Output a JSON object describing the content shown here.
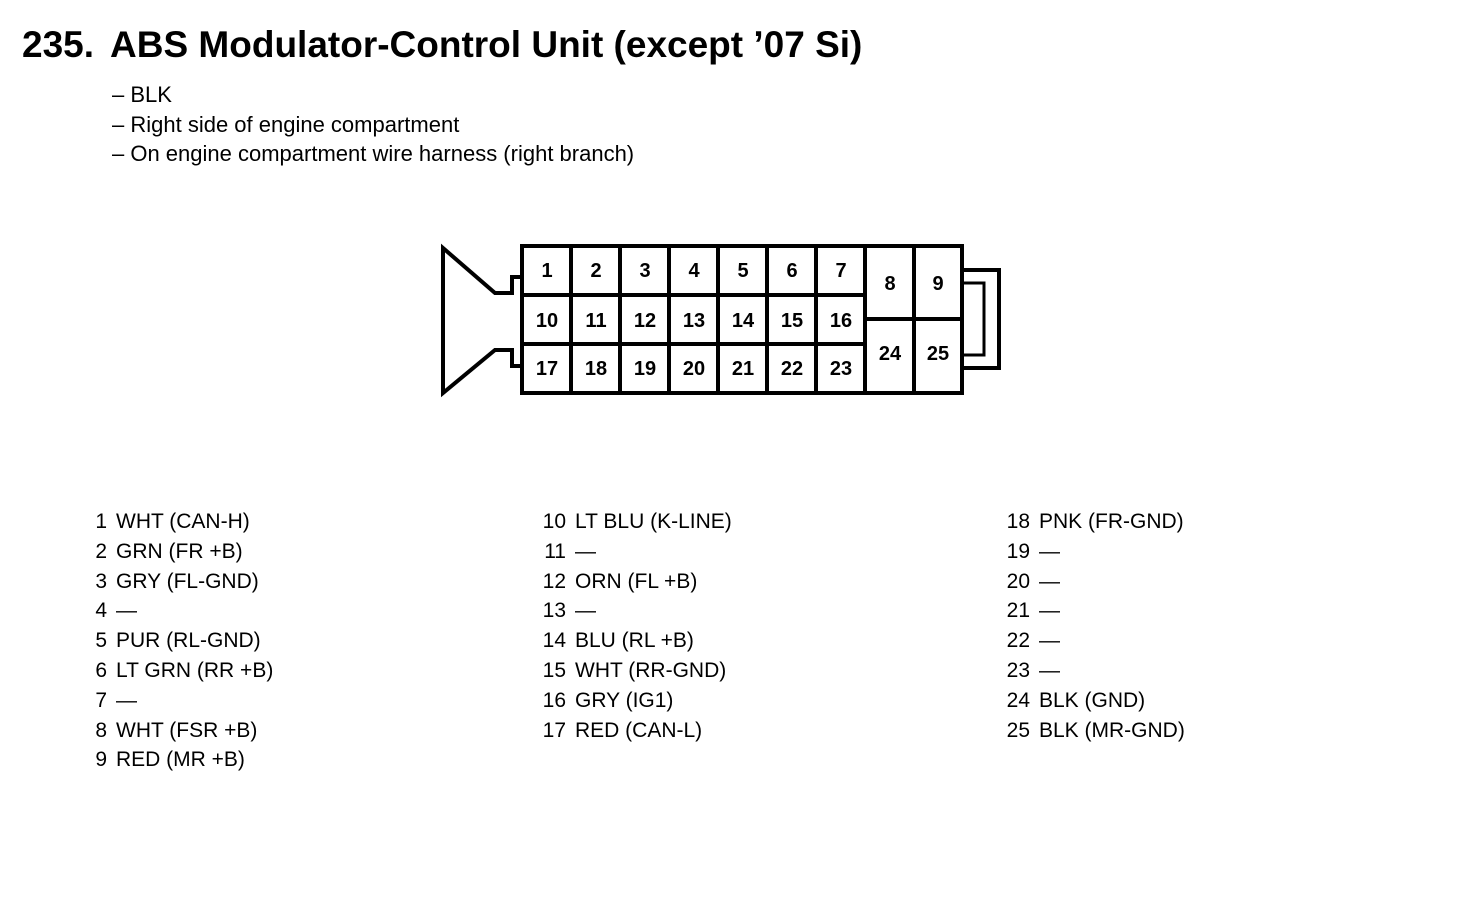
{
  "title": {
    "number": "235.",
    "text": "ABS Modulator-Control Unit (except ’07 Si)"
  },
  "details": [
    "– BLK",
    "– Right side of engine compartment",
    "– On engine compartment wire harness (right branch)"
  ],
  "connector": {
    "cells": [
      "1",
      "2",
      "3",
      "4",
      "5",
      "6",
      "7",
      "8",
      "9",
      "10",
      "11",
      "12",
      "13",
      "14",
      "15",
      "16",
      "24",
      "25",
      "17",
      "18",
      "19",
      "20",
      "21",
      "22",
      "23"
    ]
  },
  "pins": {
    "col1": [
      {
        "pin": "1",
        "desc": "WHT (CAN-H)"
      },
      {
        "pin": "2",
        "desc": "GRN (FR +B)"
      },
      {
        "pin": "3",
        "desc": "GRY (FL-GND)"
      },
      {
        "pin": "4",
        "desc": "—"
      },
      {
        "pin": "5",
        "desc": "PUR (RL-GND)"
      },
      {
        "pin": "6",
        "desc": "LT GRN (RR +B)"
      },
      {
        "pin": "7",
        "desc": "—"
      },
      {
        "pin": "8",
        "desc": "WHT (FSR +B)"
      },
      {
        "pin": "9",
        "desc": "RED (MR +B)"
      }
    ],
    "col2": [
      {
        "pin": "10",
        "desc": "LT BLU (K-LINE)"
      },
      {
        "pin": "11",
        "desc": "—"
      },
      {
        "pin": "12",
        "desc": "ORN (FL +B)"
      },
      {
        "pin": "13",
        "desc": "—"
      },
      {
        "pin": "14",
        "desc": "BLU (RL +B)"
      },
      {
        "pin": "15",
        "desc": "WHT (RR-GND)"
      },
      {
        "pin": "16",
        "desc": "GRY (IG1)"
      },
      {
        "pin": "17",
        "desc": "RED (CAN-L)"
      }
    ],
    "col3": [
      {
        "pin": "18",
        "desc": "PNK (FR-GND)"
      },
      {
        "pin": "19",
        "desc": "—"
      },
      {
        "pin": "20",
        "desc": "—"
      },
      {
        "pin": "21",
        "desc": "—"
      },
      {
        "pin": "22",
        "desc": "—"
      },
      {
        "pin": "23",
        "desc": "—"
      },
      {
        "pin": "24",
        "desc": "BLK (GND)"
      },
      {
        "pin": "25",
        "desc": "BLK (MR-GND)"
      }
    ]
  }
}
